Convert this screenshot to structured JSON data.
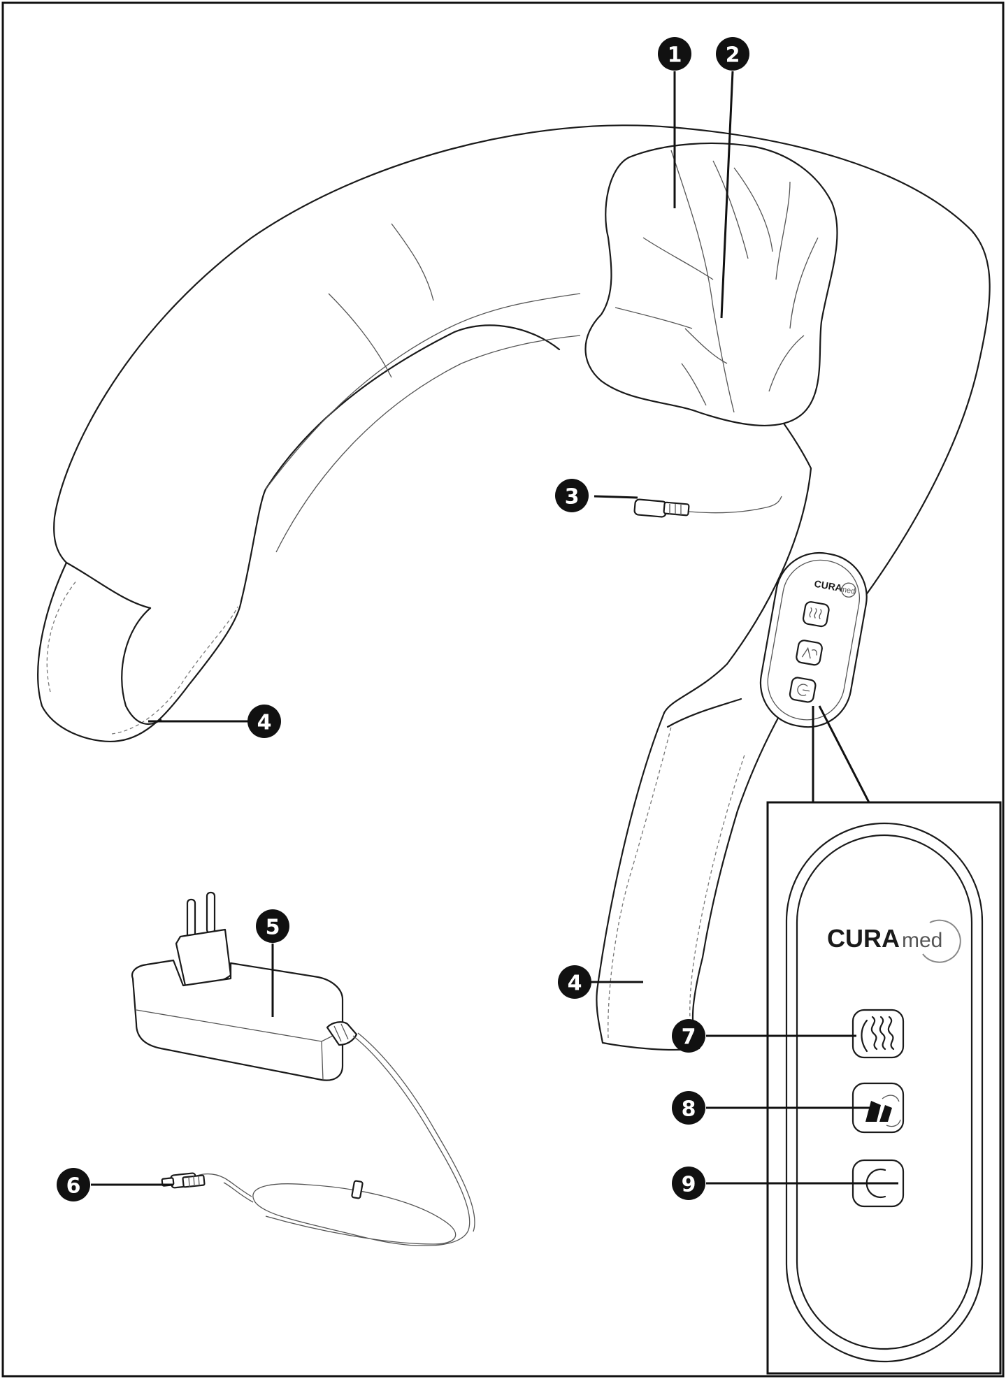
{
  "callouts": [
    {
      "id": "1",
      "label": "1"
    },
    {
      "id": "2",
      "label": "2"
    },
    {
      "id": "3",
      "label": "3"
    },
    {
      "id": "4a",
      "label": "4"
    },
    {
      "id": "4b",
      "label": "4"
    },
    {
      "id": "5",
      "label": "5"
    },
    {
      "id": "6",
      "label": "6"
    },
    {
      "id": "7",
      "label": "7"
    },
    {
      "id": "8",
      "label": "8"
    },
    {
      "id": "9",
      "label": "9"
    }
  ],
  "logo": {
    "brand_bold": "CURA",
    "brand_light": "med"
  },
  "icons": {
    "button_7": "heat-waves-icon",
    "button_8": "massage-direction-icon",
    "button_9": "power-icon"
  },
  "colors": {
    "line": "#1a1a1a",
    "badge": "#111111",
    "background": "#ffffff"
  }
}
